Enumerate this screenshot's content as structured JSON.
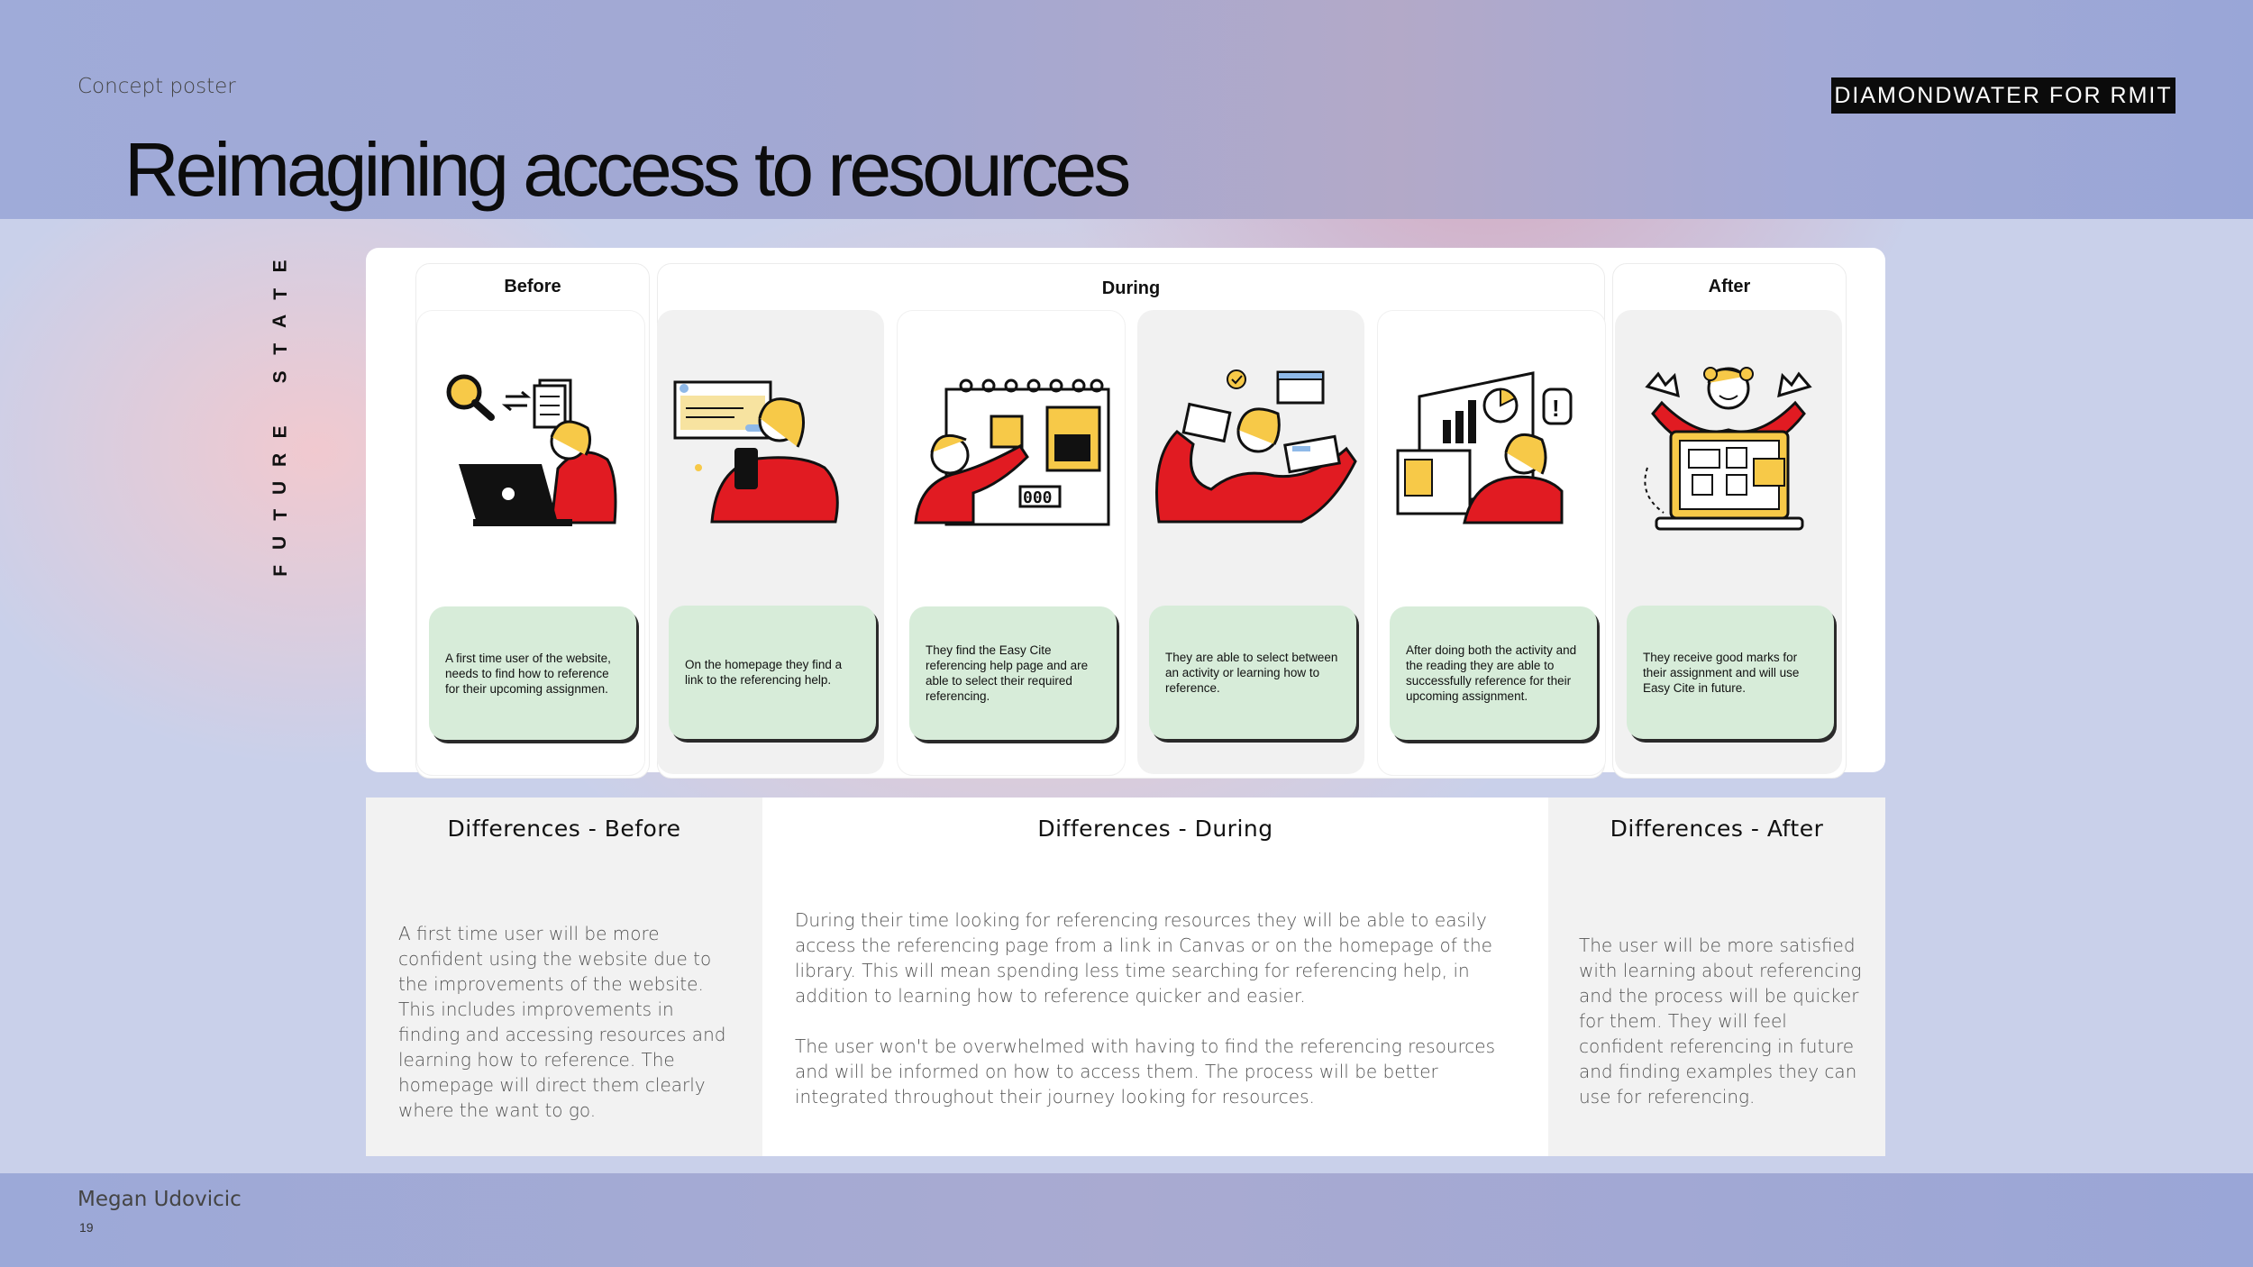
{
  "header": {
    "concept_label": "Concept poster",
    "brand": "DIAMONDWATER FOR RMIT",
    "title": "Reimagining access to resources"
  },
  "side_label": "FUTURE STATE",
  "phases": {
    "before": "Before",
    "during": "During",
    "after": "After"
  },
  "steps": [
    {
      "text": "A first time user of the website, needs to find how to reference for their upcoming assignmen."
    },
    {
      "text": "On the homepage they find a link to the referencing help."
    },
    {
      "text": "They find the Easy Cite referencing help page and are able to select their required referencing."
    },
    {
      "text": "They are able to select between an activity or learning how to reference."
    },
    {
      "text": "After doing both the activity and the reading they are able to successfully reference for their upcoming assignment."
    },
    {
      "text": "They receive good marks for their assignment and will use Easy Cite in future."
    }
  ],
  "illustration_labels": {
    "calendar_counter": "000"
  },
  "differences": {
    "before": {
      "title": "Differences - Before",
      "text": "A first time user will be more confident using the website due to the improvements of the website. This includes improvements in finding and accessing resources and learning how to reference. The homepage will direct them clearly where the want to go."
    },
    "during": {
      "title": "Differences - During",
      "text1": "During their time looking for referencing resources they will be able to easily access the referencing page from a link in Canvas or on the homepage of the library. This will mean spending less time searching for referencing help, in addition to learning how to reference quicker and easier.",
      "text2": "The user won't be overwhelmed with having to find the referencing resources and will be informed on how to access them. The process will be better integrated throughout their journey looking for resources."
    },
    "after": {
      "title": "Differences - After",
      "text": "The user will be more satisfied with learning about referencing and the process will be quicker for them. They will feel confident referencing in future and finding examples they can use for referencing."
    }
  },
  "footer": {
    "author": "Megan Udovicic",
    "page": "19"
  },
  "colors": {
    "accent_red": "#e11b22",
    "accent_yellow": "#f7c948",
    "card_green": "#d7ecd9"
  }
}
